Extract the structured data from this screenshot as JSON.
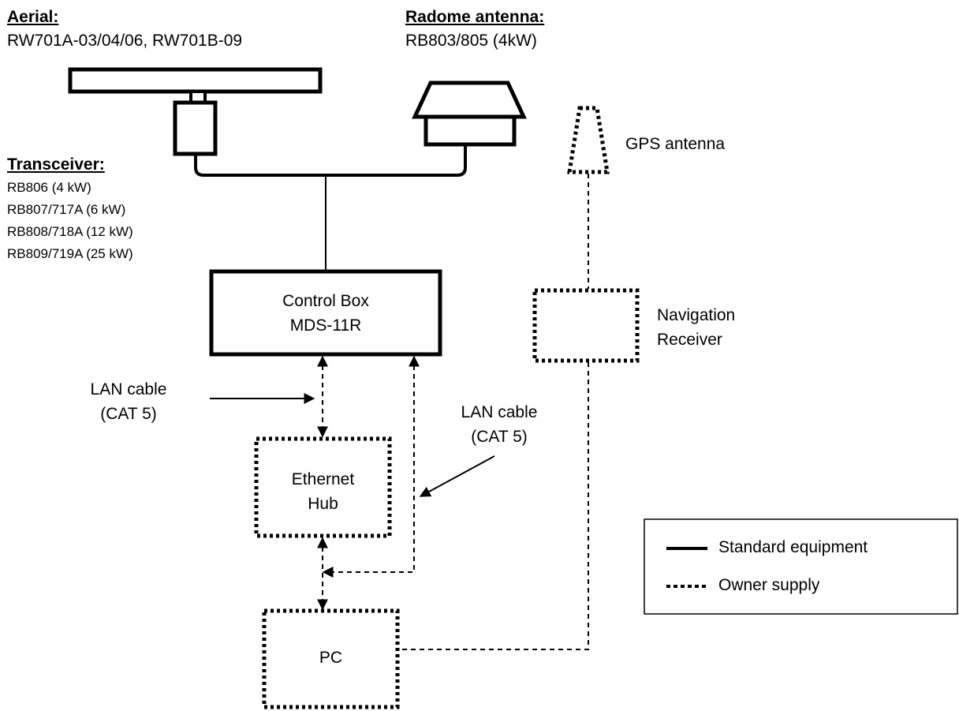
{
  "aerial": {
    "heading": "Aerial:",
    "models": "RW701A-03/04/06, RW701B-09"
  },
  "radome": {
    "heading": "Radome antenna:",
    "models": "RB803/805 (4kW)"
  },
  "transceiver": {
    "heading": "Transceiver:",
    "models": [
      "RB806 (4 kW)",
      "RB807/717A (6 kW)",
      "RB808/718A (12 kW)",
      "RB809/719A (25 kW)"
    ]
  },
  "gps": {
    "label": "GPS antenna"
  },
  "control_box": {
    "line1": "Control Box",
    "line2": "MDS-11R"
  },
  "nav_receiver": {
    "line1": "Navigation",
    "line2": "Receiver"
  },
  "lan_label_left": {
    "line1": "LAN cable",
    "line2": "(CAT 5)"
  },
  "lan_label_right": {
    "line1": "LAN cable",
    "line2": "(CAT 5)"
  },
  "ethernet_hub": {
    "line1": "Ethernet",
    "line2": "Hub"
  },
  "pc": {
    "label": "PC"
  },
  "legend": {
    "standard": "Standard equipment",
    "owner": "Owner supply"
  }
}
